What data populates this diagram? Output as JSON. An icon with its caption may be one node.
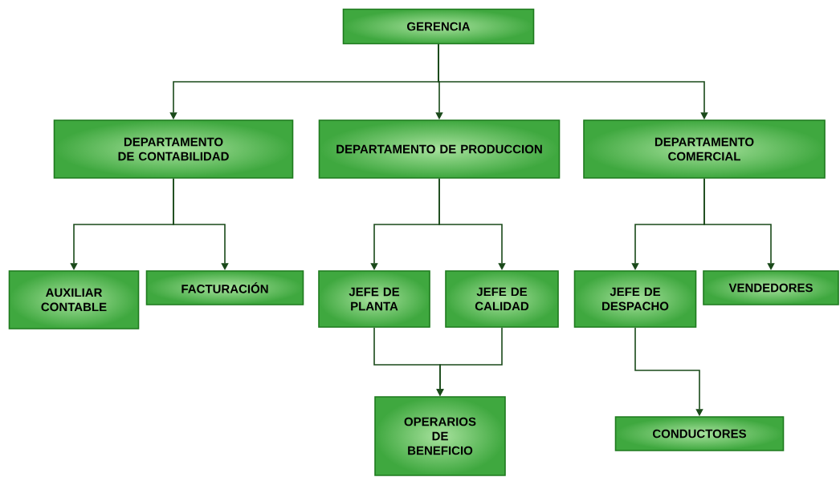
{
  "diagram": {
    "nodes": [
      {
        "text": [
          "GERENCIA"
        ]
      },
      {
        "text": [
          "DEPARTAMENTO DE CONTABILIDAD"
        ]
      },
      {
        "text": [
          "DEPARTAMENTO DE PRODUCCION"
        ]
      },
      {
        "text": [
          "DEPARTAMENTO COMERCIAL"
        ]
      },
      {
        "text": [
          "AUXILIAR CONTABLE"
        ]
      },
      {
        "text": [
          "FACTURACIÓN"
        ]
      },
      {
        "text": [
          "JEFE DE PLANTA"
        ]
      },
      {
        "text": [
          "JEFE DE CALIDAD"
        ]
      },
      {
        "text": [
          "JEFE DE DESPACHO"
        ]
      },
      {
        "text": [
          "VENDEDORES"
        ]
      },
      {
        "text": [
          "OPERARIOS DE BENEFICIO"
        ]
      },
      {
        "text": [
          "CONDUCTORES"
        ]
      }
    ],
    "edges": [
      {
        "from": 0,
        "to": 1,
        "arrow": "to"
      },
      {
        "from": 0,
        "to": 2,
        "arrow": "to"
      },
      {
        "from": 0,
        "to": 3,
        "arrow": "to"
      },
      {
        "from": 1,
        "to": 4,
        "arrow": "to"
      },
      {
        "from": 1,
        "to": 5,
        "arrow": "to"
      },
      {
        "from": 2,
        "to": 6,
        "arrow": "to"
      },
      {
        "from": 2,
        "to": 7,
        "arrow": "to"
      },
      {
        "from": 3,
        "to": 8,
        "arrow": "to"
      },
      {
        "from": 3,
        "to": 9,
        "arrow": "to"
      },
      {
        "from": 6,
        "to": 10,
        "arrow": "to"
      },
      {
        "from": 7,
        "to": 10,
        "arrow": "to"
      },
      {
        "from": 8,
        "to": 11,
        "arrow": "to"
      }
    ]
  }
}
